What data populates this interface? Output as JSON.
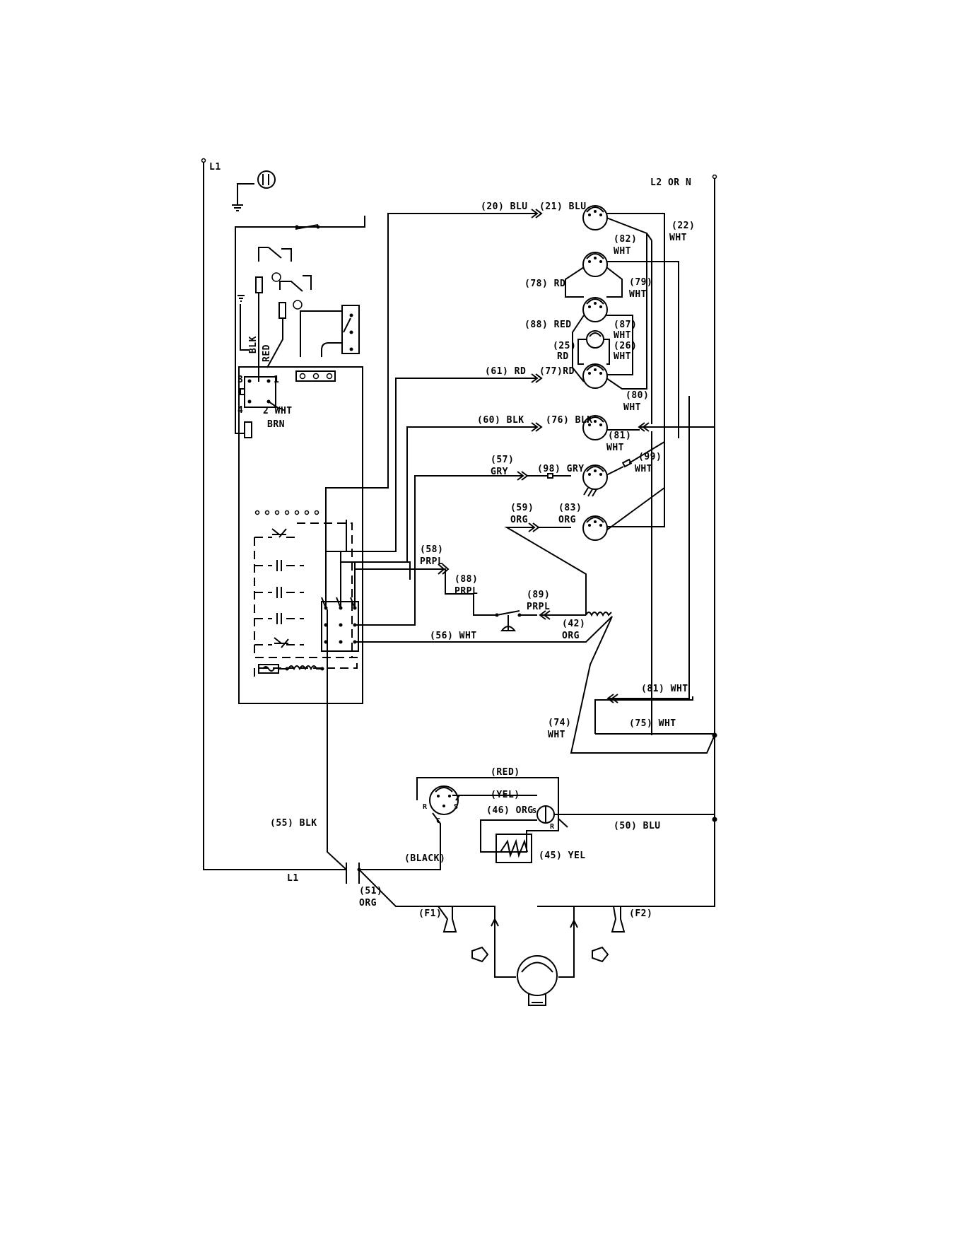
{
  "diagram": {
    "labels": {
      "l1_top": "L1",
      "l2": "L2 OR N",
      "w20": "(20) BLU",
      "w21": "(21) BLU",
      "w22": "(22)",
      "w22c": "WHT",
      "w82": "(82)",
      "w82c": "WHT",
      "w78": "(78) RD",
      "w79": "(79)",
      "w79c": "WHT",
      "w88": "(88) RED",
      "w87": "(87)",
      "w87c": "WHT",
      "w25": "(25)",
      "w25c": "RD",
      "w26": "(26)",
      "w26c": "WHT",
      "w61": "(61) RD",
      "w77": "(77)RD",
      "w80": "(80)",
      "w80c": "WHT",
      "w60": "(60) BLK",
      "w76": "(76) BLK",
      "w81a": "(81)",
      "w81ac": "WHT",
      "w57": "(57)",
      "w57c": "GRY",
      "w98": "(98) GRY",
      "w99": "(99)",
      "w99c": "WHT",
      "w59": "(59)",
      "w59c": "ORG",
      "w83": "(83)",
      "w83c": "ORG",
      "w58": "(58)",
      "w58c": "PRPL",
      "w88p": "(88)",
      "w88pc": "PRPL",
      "w89": "(89)",
      "w89c": "PRPL",
      "w42": "(42)",
      "w42c": "ORG",
      "w56": "(56) WHT",
      "w81b": "(81) WHT",
      "w74": "(74)",
      "w74c": "WHT",
      "w75": "(75) WHT",
      "blk": "BLK",
      "red": "RED",
      "wht2": "2 WHT",
      "brn": "BRN",
      "t3": "3",
      "t1": "1",
      "t4": "4",
      "red_p": "(RED)",
      "yel_p": "(YEL)",
      "w46": "(46) ORG",
      "w45": "(45) YEL",
      "w50": "(50) BLU",
      "w55": "(55) BLK",
      "black_p": "(BLACK)",
      "l1_bottom": "L1",
      "w51": "(51)",
      "w51c": "ORG",
      "f1": "(F1)",
      "f2": "(F2)",
      "pin_r": "R",
      "pin_s": "S",
      "pin_c": "C",
      "relay_s": "S",
      "relay_r": "R"
    }
  }
}
